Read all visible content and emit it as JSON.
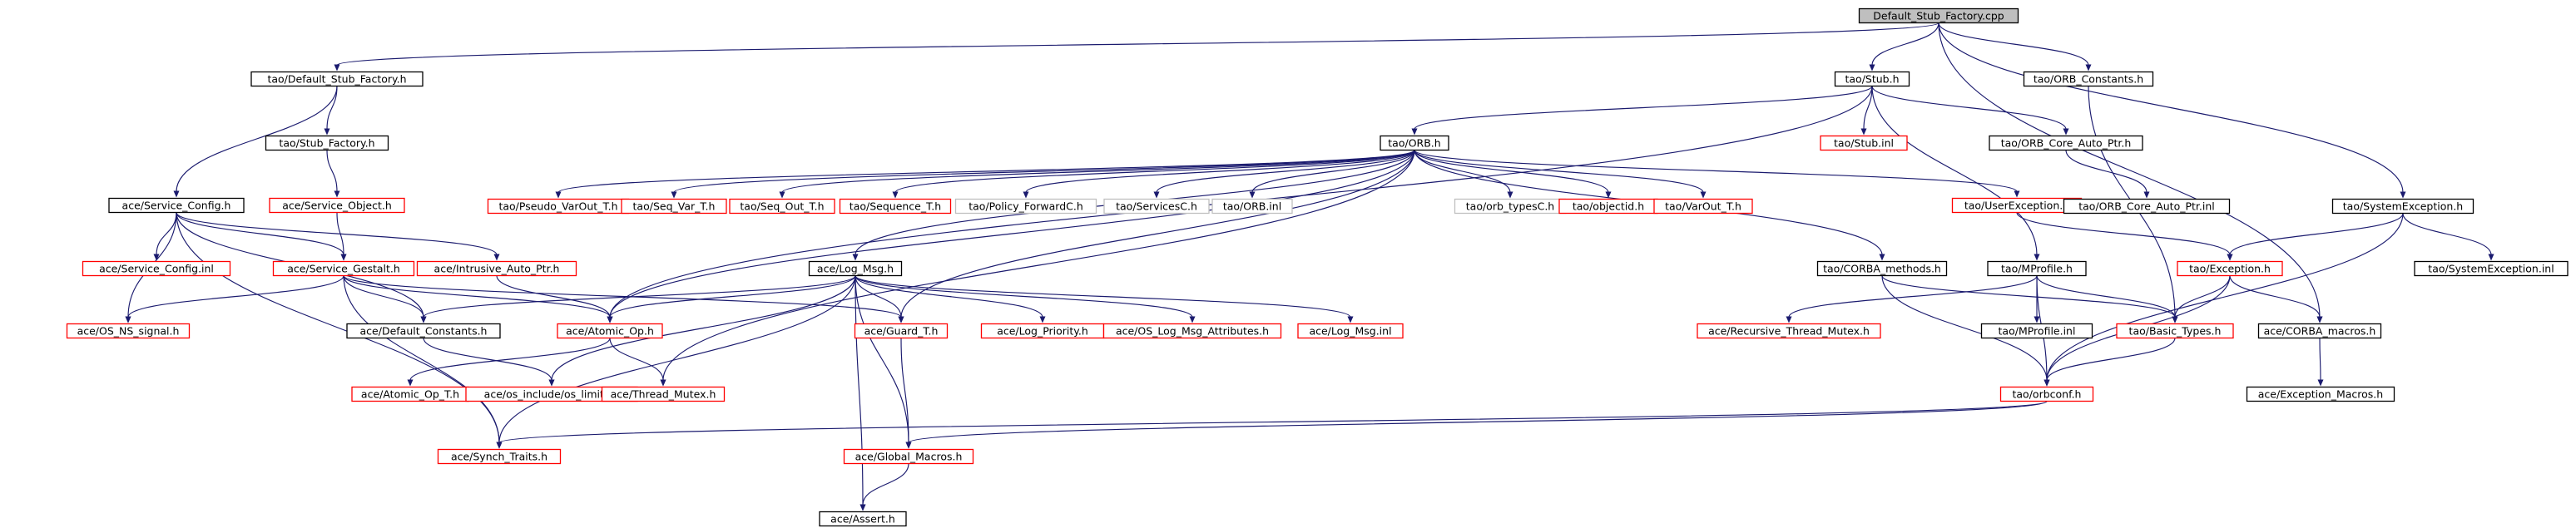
{
  "colors": {
    "root_fill": "#bfbfbf",
    "normal_border": "#000000",
    "red_border": "#ff0000",
    "grey_border": "#bfbfbf",
    "edge": "#1a1a6e"
  },
  "nodes": [
    {
      "id": "root",
      "label": "Default_Stub_Factory.cpp",
      "style": "root"
    },
    {
      "id": "tao_default_stub_factory_h",
      "label": "tao/Default_Stub_Factory.h",
      "style": "black"
    },
    {
      "id": "tao_stub_h",
      "label": "tao/Stub.h",
      "style": "black"
    },
    {
      "id": "tao_orb_constants_h",
      "label": "tao/ORB_Constants.h",
      "style": "black"
    },
    {
      "id": "tao_stub_factory_h",
      "label": "tao/Stub_Factory.h",
      "style": "black"
    },
    {
      "id": "tao_stub_inl",
      "label": "tao/Stub.inl",
      "style": "red"
    },
    {
      "id": "tao_orb_core_auto_ptr_h",
      "label": "tao/ORB_Core_Auto_Ptr.h",
      "style": "black"
    },
    {
      "id": "tao_orb_h",
      "label": "tao/ORB.h",
      "style": "black"
    },
    {
      "id": "ace_service_object_h",
      "label": "ace/Service_Object.h",
      "style": "red"
    },
    {
      "id": "ace_service_config_h",
      "label": "ace/Service_Config.h",
      "style": "black"
    },
    {
      "id": "tao_pseudo_varout_t_h",
      "label": "tao/Pseudo_VarOut_T.h",
      "style": "red"
    },
    {
      "id": "tao_seq_var_t_h",
      "label": "tao/Seq_Var_T.h",
      "style": "red"
    },
    {
      "id": "tao_seq_out_t_h",
      "label": "tao/Seq_Out_T.h",
      "style": "red"
    },
    {
      "id": "tao_sequence_t_h",
      "label": "tao/Sequence_T.h",
      "style": "red"
    },
    {
      "id": "tao_policy_forwardc_h",
      "label": "tao/Policy_ForwardC.h",
      "style": "grey"
    },
    {
      "id": "tao_servicesc_h",
      "label": "tao/ServicesC.h",
      "style": "grey"
    },
    {
      "id": "tao_orb_inl",
      "label": "tao/ORB.inl",
      "style": "grey"
    },
    {
      "id": "tao_orb_typesc_h",
      "label": "tao/orb_typesC.h",
      "style": "grey"
    },
    {
      "id": "tao_objectid_h",
      "label": "tao/objectid.h",
      "style": "red"
    },
    {
      "id": "tao_varout_t_h",
      "label": "tao/VarOut_T.h",
      "style": "red"
    },
    {
      "id": "tao_userexception_h",
      "label": "tao/UserException.h",
      "style": "red"
    },
    {
      "id": "tao_orb_core_auto_ptr_inl",
      "label": "tao/ORB_Core_Auto_Ptr.inl",
      "style": "black"
    },
    {
      "id": "tao_systemexception_h",
      "label": "tao/SystemException.h",
      "style": "black"
    },
    {
      "id": "ace_service_config_inl",
      "label": "ace/Service_Config.inl",
      "style": "red"
    },
    {
      "id": "ace_service_gestalt_h",
      "label": "ace/Service_Gestalt.h",
      "style": "red"
    },
    {
      "id": "ace_intrusive_auto_ptr_h",
      "label": "ace/Intrusive_Auto_Ptr.h",
      "style": "red"
    },
    {
      "id": "ace_log_msg_h",
      "label": "ace/Log_Msg.h",
      "style": "black"
    },
    {
      "id": "tao_corba_methods_h",
      "label": "tao/CORBA_methods.h",
      "style": "black"
    },
    {
      "id": "tao_mprofile_h",
      "label": "tao/MProfile.h",
      "style": "black"
    },
    {
      "id": "tao_exception_h",
      "label": "tao/Exception.h",
      "style": "red"
    },
    {
      "id": "tao_systemexception_inl",
      "label": "tao/SystemException.inl",
      "style": "black"
    },
    {
      "id": "ace_os_ns_signal_h",
      "label": "ace/OS_NS_signal.h",
      "style": "red"
    },
    {
      "id": "ace_default_constants_h",
      "label": "ace/Default_Constants.h",
      "style": "black"
    },
    {
      "id": "ace_atomic_op_h",
      "label": "ace/Atomic_Op.h",
      "style": "red"
    },
    {
      "id": "ace_guard_t_h",
      "label": "ace/Guard_T.h",
      "style": "red"
    },
    {
      "id": "ace_log_priority_h",
      "label": "ace/Log_Priority.h",
      "style": "red"
    },
    {
      "id": "ace_os_log_msg_attributes_h",
      "label": "ace/OS_Log_Msg_Attributes.h",
      "style": "red"
    },
    {
      "id": "ace_log_msg_inl",
      "label": "ace/Log_Msg.inl",
      "style": "red"
    },
    {
      "id": "ace_recursive_thread_mutex_h",
      "label": "ace/Recursive_Thread_Mutex.h",
      "style": "red"
    },
    {
      "id": "tao_mprofile_inl",
      "label": "tao/MProfile.inl",
      "style": "black"
    },
    {
      "id": "tao_basic_types_h",
      "label": "tao/Basic_Types.h",
      "style": "red"
    },
    {
      "id": "ace_corba_macros_h",
      "label": "ace/CORBA_macros.h",
      "style": "black"
    },
    {
      "id": "ace_atomic_op_t_h",
      "label": "ace/Atomic_Op_T.h",
      "style": "red"
    },
    {
      "id": "ace_os_include_os_limits_h",
      "label": "ace/os_include/os_limits.h",
      "style": "red"
    },
    {
      "id": "ace_thread_mutex_h",
      "label": "ace/Thread_Mutex.h",
      "style": "red"
    },
    {
      "id": "tao_orbconf_h",
      "label": "tao/orbconf.h",
      "style": "red"
    },
    {
      "id": "ace_exception_macros_h",
      "label": "ace/Exception_Macros.h",
      "style": "black"
    },
    {
      "id": "ace_synch_traits_h",
      "label": "ace/Synch_Traits.h",
      "style": "red"
    },
    {
      "id": "ace_global_macros_h",
      "label": "ace/Global_Macros.h",
      "style": "red"
    },
    {
      "id": "ace_assert_h",
      "label": "ace/Assert.h",
      "style": "black"
    }
  ],
  "edges": [
    [
      "root",
      "tao_default_stub_factory_h"
    ],
    [
      "root",
      "tao_stub_h"
    ],
    [
      "root",
      "tao_orb_constants_h"
    ],
    [
      "root",
      "tao_systemexception_h"
    ],
    [
      "root",
      "ace_corba_macros_h"
    ],
    [
      "tao_default_stub_factory_h",
      "tao_stub_factory_h"
    ],
    [
      "tao_default_stub_factory_h",
      "ace_service_config_h"
    ],
    [
      "tao_stub_factory_h",
      "ace_service_object_h"
    ],
    [
      "ace_service_object_h",
      "ace_service_gestalt_h"
    ],
    [
      "tao_stub_h",
      "tao_stub_inl"
    ],
    [
      "tao_stub_h",
      "tao_orb_core_auto_ptr_h"
    ],
    [
      "tao_stub_h",
      "tao_orb_h"
    ],
    [
      "tao_stub_h",
      "tao_mprofile_h"
    ],
    [
      "tao_stub_h",
      "ace_atomic_op_h"
    ],
    [
      "tao_orb_constants_h",
      "tao_basic_types_h"
    ],
    [
      "tao_orb_core_auto_ptr_h",
      "tao_orb_core_auto_ptr_inl"
    ],
    [
      "tao_orb_h",
      "tao_pseudo_varout_t_h"
    ],
    [
      "tao_orb_h",
      "tao_seq_var_t_h"
    ],
    [
      "tao_orb_h",
      "tao_seq_out_t_h"
    ],
    [
      "tao_orb_h",
      "tao_sequence_t_h"
    ],
    [
      "tao_orb_h",
      "tao_policy_forwardc_h"
    ],
    [
      "tao_orb_h",
      "tao_servicesc_h"
    ],
    [
      "tao_orb_h",
      "tao_orb_inl"
    ],
    [
      "tao_orb_h",
      "tao_orb_typesc_h"
    ],
    [
      "tao_orb_h",
      "tao_objectid_h"
    ],
    [
      "tao_orb_h",
      "tao_varout_t_h"
    ],
    [
      "tao_orb_h",
      "tao_userexception_h"
    ],
    [
      "tao_orb_h",
      "tao_corba_methods_h"
    ],
    [
      "tao_orb_h",
      "ace_log_msg_h"
    ],
    [
      "tao_orb_h",
      "ace_guard_t_h"
    ],
    [
      "tao_orb_h",
      "ace_atomic_op_h"
    ],
    [
      "tao_orb_h",
      "ace_thread_mutex_h"
    ],
    [
      "ace_service_config_h",
      "ace_service_config_inl"
    ],
    [
      "ace_service_config_h",
      "ace_service_gestalt_h"
    ],
    [
      "ace_service_config_h",
      "ace_intrusive_auto_ptr_h"
    ],
    [
      "ace_service_config_h",
      "ace_os_ns_signal_h"
    ],
    [
      "ace_service_config_h",
      "ace_default_constants_h"
    ],
    [
      "ace_service_config_h",
      "ace_synch_traits_h"
    ],
    [
      "ace_service_gestalt_h",
      "ace_os_ns_signal_h"
    ],
    [
      "ace_service_gestalt_h",
      "ace_default_constants_h"
    ],
    [
      "ace_service_gestalt_h",
      "ace_atomic_op_h"
    ],
    [
      "ace_service_gestalt_h",
      "ace_guard_t_h"
    ],
    [
      "ace_service_gestalt_h",
      "ace_synch_traits_h"
    ],
    [
      "ace_intrusive_auto_ptr_h",
      "ace_atomic_op_h"
    ],
    [
      "ace_log_msg_h",
      "ace_default_constants_h"
    ],
    [
      "ace_log_msg_h",
      "ace_atomic_op_h"
    ],
    [
      "ace_log_msg_h",
      "ace_guard_t_h"
    ],
    [
      "ace_log_msg_h",
      "ace_log_priority_h"
    ],
    [
      "ace_log_msg_h",
      "ace_os_log_msg_attributes_h"
    ],
    [
      "ace_log_msg_h",
      "ace_log_msg_inl"
    ],
    [
      "ace_log_msg_h",
      "ace_os_include_os_limits_h"
    ],
    [
      "ace_log_msg_h",
      "ace_synch_traits_h"
    ],
    [
      "ace_log_msg_h",
      "ace_global_macros_h"
    ],
    [
      "ace_log_msg_h",
      "ace_assert_h"
    ],
    [
      "ace_default_constants_h",
      "ace_os_include_os_limits_h"
    ],
    [
      "ace_atomic_op_h",
      "ace_atomic_op_t_h"
    ],
    [
      "ace_atomic_op_h",
      "ace_thread_mutex_h"
    ],
    [
      "ace_guard_t_h",
      "ace_global_macros_h"
    ],
    [
      "tao_userexception_h",
      "tao_exception_h"
    ],
    [
      "tao_corba_methods_h",
      "tao_basic_types_h"
    ],
    [
      "tao_corba_methods_h",
      "tao_orbconf_h"
    ],
    [
      "tao_mprofile_h",
      "ace_recursive_thread_mutex_h"
    ],
    [
      "tao_mprofile_h",
      "tao_mprofile_inl"
    ],
    [
      "tao_mprofile_h",
      "tao_basic_types_h"
    ],
    [
      "tao_mprofile_h",
      "tao_orbconf_h"
    ],
    [
      "tao_systemexception_h",
      "tao_exception_h"
    ],
    [
      "tao_systemexception_h",
      "tao_systemexception_inl"
    ],
    [
      "tao_systemexception_h",
      "tao_orbconf_h"
    ],
    [
      "tao_exception_h",
      "tao_basic_types_h"
    ],
    [
      "tao_exception_h",
      "ace_corba_macros_h"
    ],
    [
      "tao_exception_h",
      "tao_orbconf_h"
    ],
    [
      "tao_basic_types_h",
      "tao_orbconf_h"
    ],
    [
      "ace_corba_macros_h",
      "ace_exception_macros_h"
    ],
    [
      "tao_orbconf_h",
      "ace_synch_traits_h"
    ],
    [
      "tao_orbconf_h",
      "ace_global_macros_h"
    ],
    [
      "ace_global_macros_h",
      "ace_assert_h"
    ]
  ]
}
